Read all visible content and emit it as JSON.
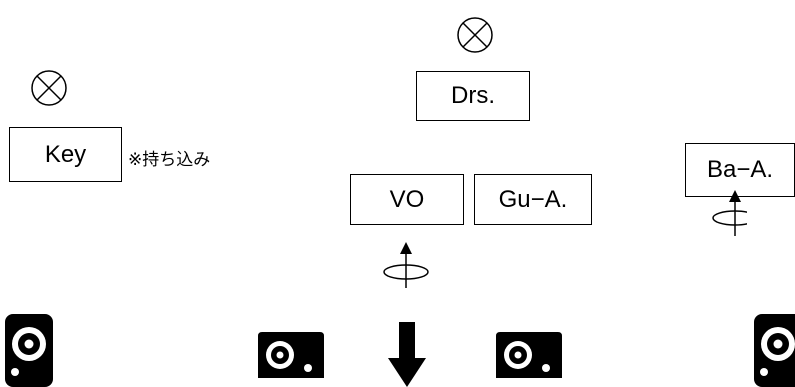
{
  "stage": {
    "instruments": {
      "keyboard": "Key",
      "drums": "Drs.",
      "vocal": "VO",
      "guitar_amp": "Gu−A.",
      "bass_amp": "Ba−A."
    },
    "note": "※持ち込み"
  },
  "icons": {
    "microphone": "circle-x-mic-icon",
    "monitor": "floor-monitor-icon",
    "speaker": "speaker-cabinet-icon",
    "direction": "down-arrow-icon"
  },
  "colors": {
    "line": "#000000",
    "background": "#ffffff"
  }
}
